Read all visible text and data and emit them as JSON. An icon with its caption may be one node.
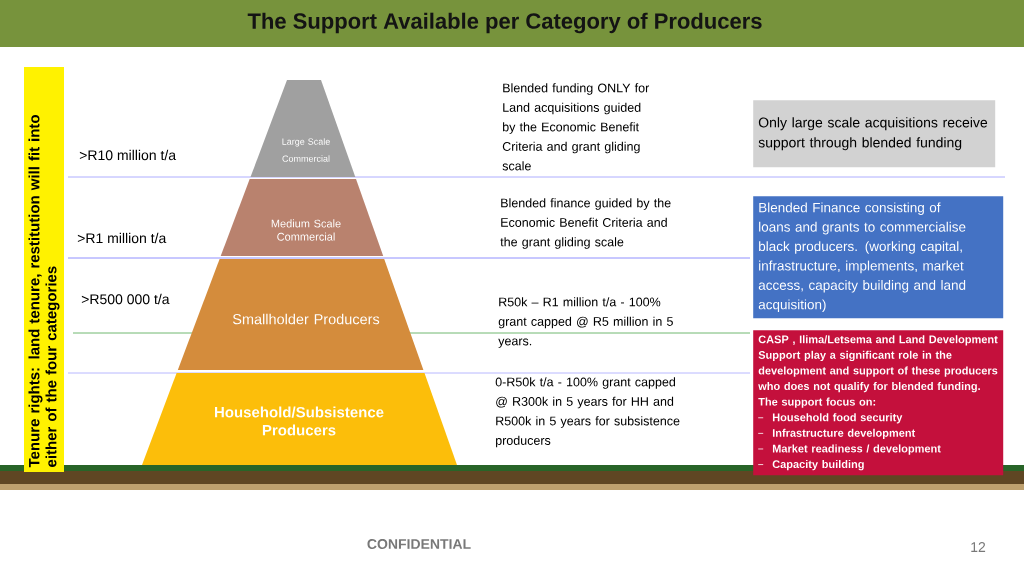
{
  "diagram": {
    "title": "The Support Available per Category of Producers",
    "nodes": [
      {
        "text": [
          "Tenure rights: land tenure, restitution will fit into either of the four categories"
        ]
      },
      {
        "text": [
          "Large Scale Commercial"
        ]
      },
      {
        "text": [
          "Medium Scale Commercial"
        ]
      },
      {
        "text": [
          "Smallholder Producers"
        ]
      },
      {
        "text": [
          "Household/Subsistence Producers"
        ]
      },
      {
        "text": [
          "Only large scale acquisitions receive support through blended funding"
        ]
      },
      {
        "text": [
          "Blended Finance  consisting of loans and grants to commercialise black producers. (working capital, infrastructure,  implements, market access, capacity building  and land acquisition)"
        ]
      },
      {
        "text": [
          "CASP , Ilima/Letsema and Land  Development Support  play a significant role in the development and support of  these producers who does not qualify for blended funding. The support focus on:",
          "Household food security",
          "Infrastructure development",
          "Market  readiness / development",
          "Capacity building"
        ]
      }
    ],
    "labels": [
      ">R10 million t/a",
      "Blended funding ONLY for Land acquisitions guided by the Economic Benefit Criteria and grant gliding scale",
      ">R1 million t/a",
      "Blended finance guided by the Economic Benefit Criteria and the grant gliding scale",
      ">R500 000 t/a",
      "R50k – R1 million t/a - 100% grant capped @ R5 million in 5 years.",
      "0-R50k t/a - 100% grant capped @ R300k in 5 years for HH and R500k in 5 years for subsistence producers",
      "CONFIDENTIAL",
      "12"
    ]
  }
}
